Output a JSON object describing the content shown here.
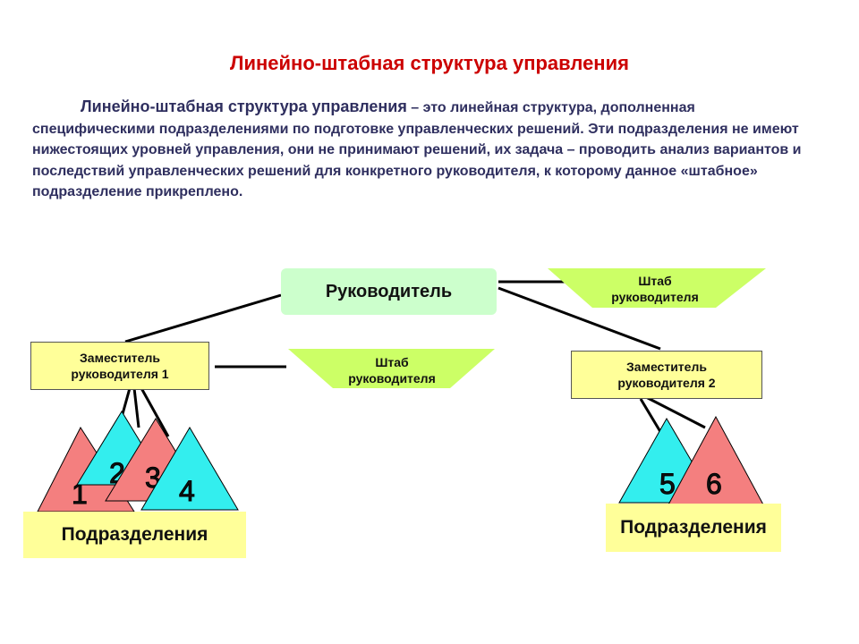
{
  "title": "Линейно-штабная структура управления",
  "intro": {
    "term": "Линейно-штабная структура управления",
    "text": " – это линейная структура, дополненная специфическими подразделениями по подготовке управленческих решений. Эти подразделения не имеют нижестоящих уровней управления, они не принимают решений, их задача – проводить анализ вариантов и последствий управленческих решений для конкретного руководителя, к которому данное «штабное» подразделение прикреплено."
  },
  "nodes": {
    "head": "Руководитель",
    "deputy1_line1": "Заместитель",
    "deputy1_line2": "руководителя 1",
    "deputy2_line1": "Заместитель",
    "deputy2_line2": "руководителя 2",
    "staff_top_line1": "Штаб",
    "staff_top_line2": "руководителя",
    "staff_mid_line1": "Штаб",
    "staff_mid_line2": "руководителя"
  },
  "units": {
    "label_left": "Подразделения",
    "label_right": "Подразделения",
    "numbers": [
      "1",
      "2",
      "3",
      "4",
      "5",
      "6"
    ]
  },
  "colors": {
    "title": "#cc0000",
    "text": "#2f2f5f",
    "head_box": "#ccffcc",
    "deputy_box": "#ffff99",
    "staff_trapezoid": "#ccff66",
    "triangle_red": "#f47f7f",
    "triangle_cyan": "#33eeee"
  }
}
